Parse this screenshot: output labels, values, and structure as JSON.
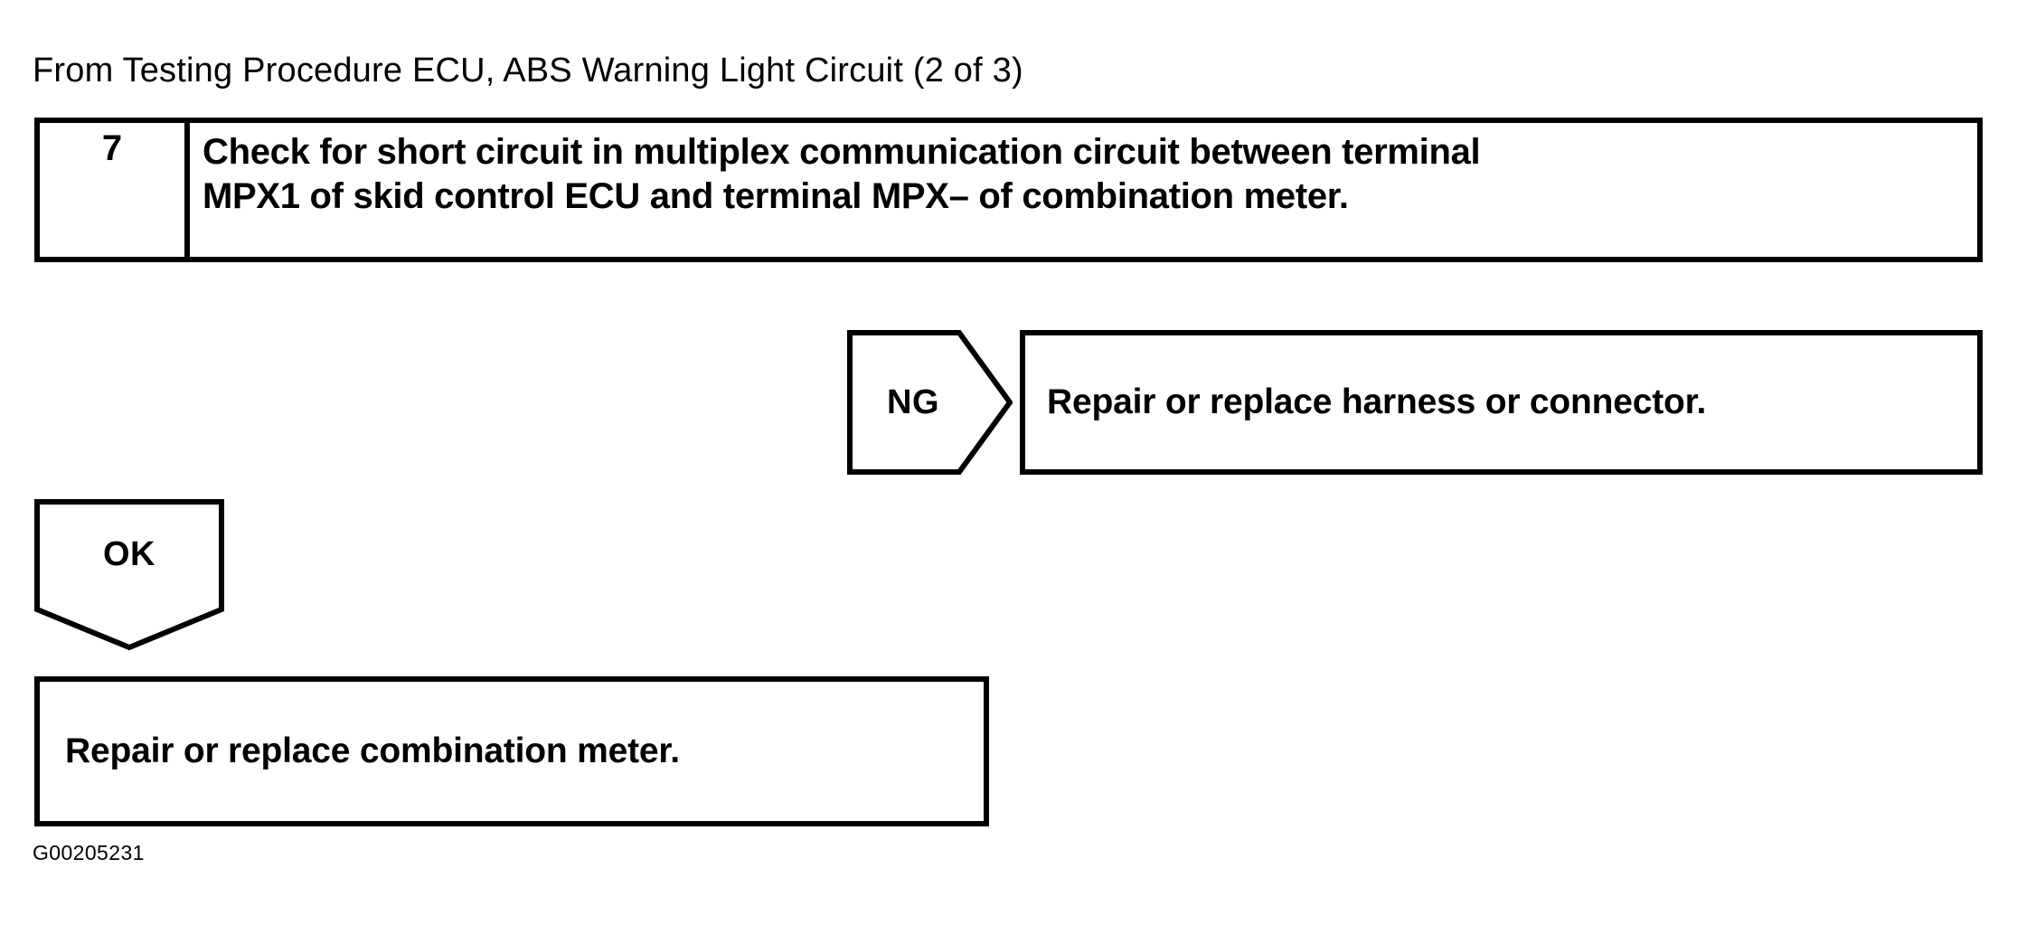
{
  "header": {
    "caption": "From Testing Procedure ECU, ABS Warning Light Circuit (2 of 3)"
  },
  "step": {
    "number": "7",
    "line1": "Check for short circuit in multiplex communication circuit between terminal",
    "line2": "MPX1 of skid control ECU and terminal MPX– of combination meter."
  },
  "branches": {
    "ng": {
      "label": "NG",
      "result": "Repair or replace harness or connector."
    },
    "ok": {
      "label": "OK",
      "result": "Repair or replace combination meter."
    }
  },
  "figure": {
    "code": "G00205231"
  },
  "colors": {
    "ink": "#000000",
    "paper": "#ffffff"
  }
}
